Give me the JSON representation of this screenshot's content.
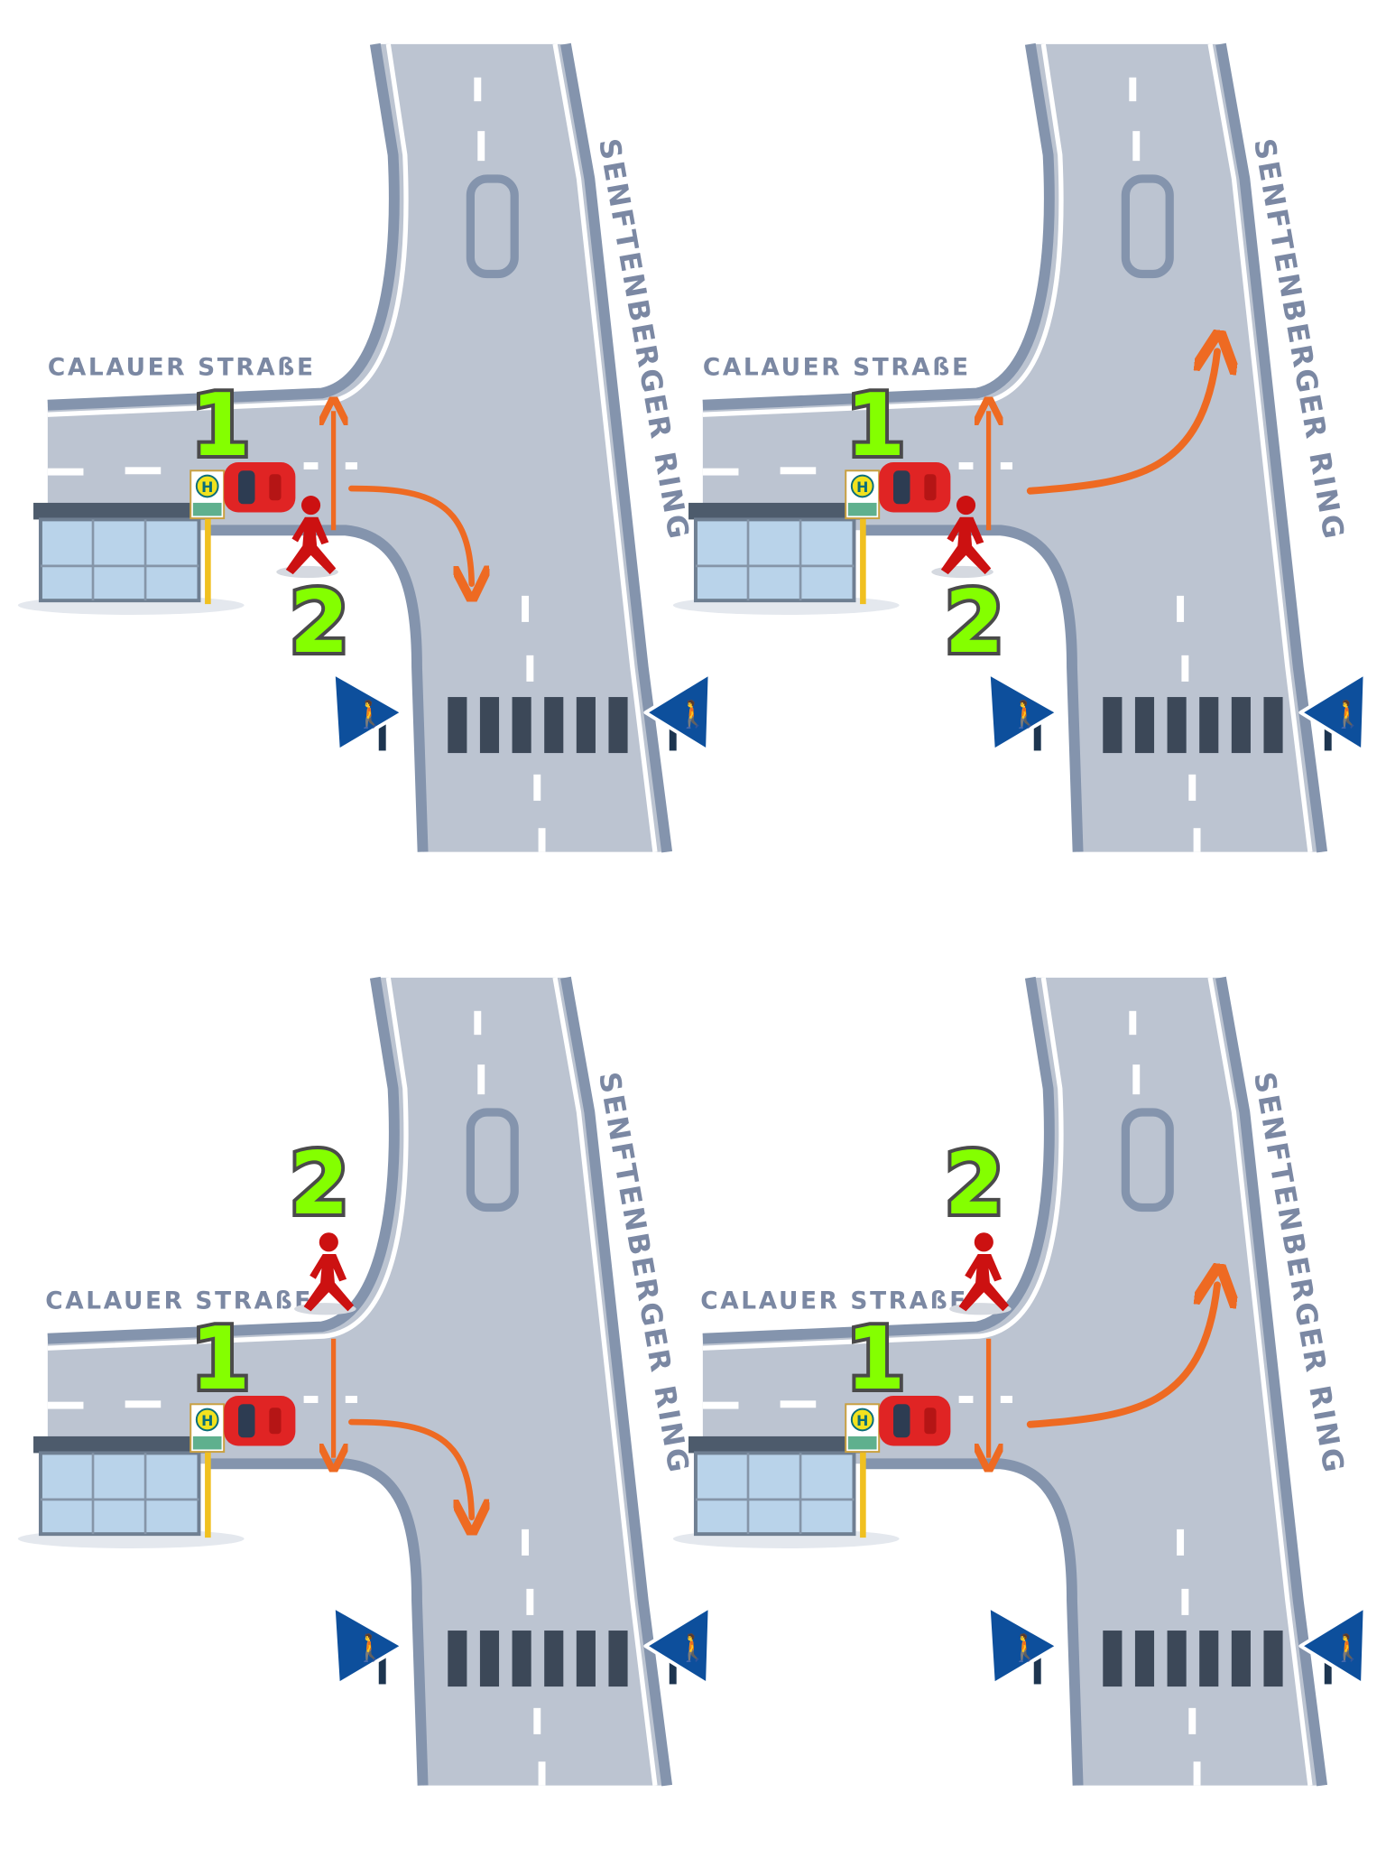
{
  "streets": {
    "side_road": "CALAUER STRAßE",
    "main_road": "SENFTENBERGER RING"
  },
  "labels": {
    "one": "1",
    "two": "2"
  },
  "bus_stop_sign": "H",
  "colors": {
    "road": "#bcc4d1",
    "road_edge": "#8494ad",
    "arrow": "#ee6a22",
    "label_fill": "#84ff00",
    "pedestrian": "#cc1111",
    "car": "#e02424",
    "sign_blue": "#0d4f9c"
  }
}
